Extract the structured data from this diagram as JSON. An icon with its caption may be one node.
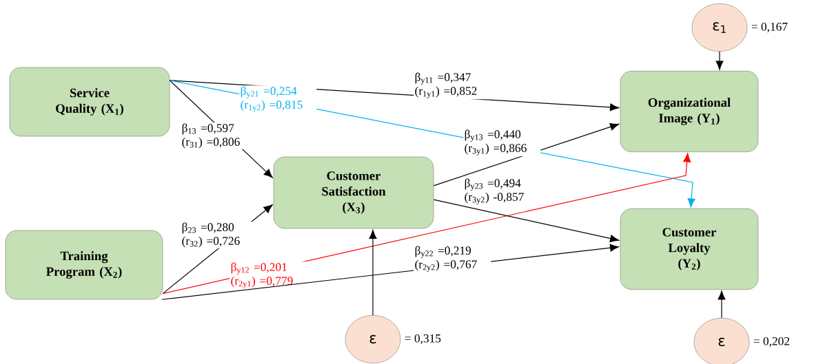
{
  "diagram": {
    "nodes": [
      {
        "text": [
          "Service Quality (X$_{1}$)"
        ]
      },
      {
        "text": [
          "Training Program (X$_{2}$)"
        ]
      },
      {
        "text": [
          "Customer Satisfaction (X$_{3}$)"
        ]
      },
      {
        "text": [
          "Organizational Image (Y$_{1}$)"
        ]
      },
      {
        "text": [
          "Customer Loyalty (Y$_{2}$)"
        ]
      },
      {
        "text": [
          "ε$_{1}$"
        ],
        "beside": [
          "= 0,167"
        ]
      },
      {
        "text": [
          "ε"
        ],
        "beside": [
          "= 0,315"
        ]
      },
      {
        "text": [
          "ε"
        ],
        "beside": [
          "= 0,202"
        ]
      }
    ],
    "edges": [
      {
        "from": 0,
        "to": 3,
        "arrow": "to",
        "label": "β$_{y11}$ =0,347 (r$_{1y1}$) =0,852"
      },
      {
        "from": 0,
        "to": 4,
        "arrow": "to",
        "color": "#00b0f0",
        "label": "β$_{y21}$ =0,254 (r$_{1y2}$) =0,815"
      },
      {
        "from": 0,
        "to": 2,
        "arrow": "to",
        "label": "β$_{13}$ =0,597 (r$_{31}$) =0,806"
      },
      {
        "from": 1,
        "to": 2,
        "arrow": "to",
        "label": "β$_{23}$ =0,280 (r$_{32}$) =0,726"
      },
      {
        "from": 1,
        "to": 3,
        "arrow": "to",
        "color": "#ff0000",
        "label": "β$_{y12}$ =0,201 (r$_{2y1}$) =0,779"
      },
      {
        "from": 1,
        "to": 4,
        "arrow": "to",
        "label": "β$_{y22}$ =0,219 (r$_{2y2}$) =0,767"
      },
      {
        "from": 2,
        "to": 3,
        "arrow": "to",
        "label": "β$_{y13}$ =0,440 (r$_{3y1}$) =0,866"
      },
      {
        "from": 2,
        "to": 4,
        "arrow": "to",
        "label": "β$_{y23}$ =0,494 (r$_{3y2}$) -0,857"
      },
      {
        "from": 5,
        "to": 3,
        "arrow": "to"
      },
      {
        "from": 6,
        "to": 2,
        "arrow": "to"
      },
      {
        "from": 7,
        "to": 4,
        "arrow": "to"
      }
    ]
  }
}
